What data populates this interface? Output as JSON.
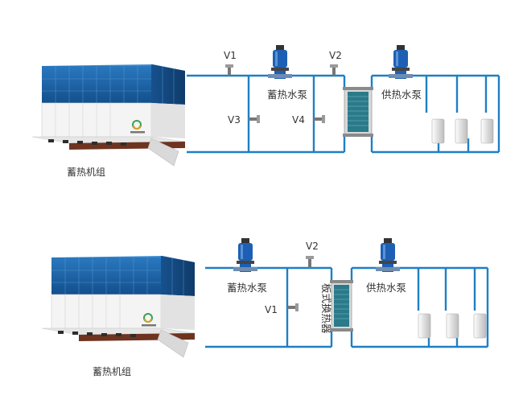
{
  "colors": {
    "pipe": "#1f7fc4",
    "tank_panel": "#1b63a8",
    "tank_base": "#7a3a22",
    "pump": "#1d5fb4",
    "exchanger": "#2a7a8a",
    "radiator": "#e8e8e8"
  },
  "system1": {
    "unit_label": "蓄热机组",
    "valves": {
      "v1": "V1",
      "v2": "V2",
      "v3": "V3",
      "v4": "V4"
    },
    "storage_pump_label": "蓄热水泵",
    "supply_pump_label": "供热水泵"
  },
  "system2": {
    "unit_label": "蓄热机组",
    "valves": {
      "v1": "V1",
      "v2": "V2"
    },
    "storage_pump_label": "蓄热水泵",
    "supply_pump_label": "供热水泵",
    "exchanger_label": "板式换热器"
  }
}
